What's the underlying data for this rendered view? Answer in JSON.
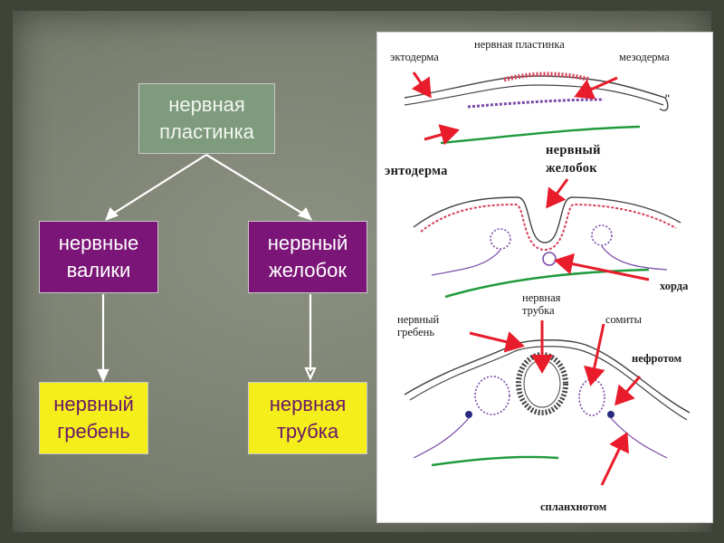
{
  "flowchart": {
    "root": "нервная\nпластинка",
    "left_branch": "нервные\nвалики",
    "right_branch": "нервный\nжелобок",
    "left_result": "нервный\nгребень",
    "right_result": "нервная\nтрубка"
  },
  "labels": {
    "ectoderm": "эктодерма",
    "neural_plate": "нервная пластинка",
    "mesoderm": "мезодерма",
    "endoderm": "энтодерма",
    "neural_groove": "нервный\nжелобок",
    "notochord": "хорда",
    "neural_tube": "нервная\nтрубка",
    "neural_crest": "нервный\nгребень",
    "somites": "сомиты",
    "nephrotome": "нефротом",
    "splanchnotome": "спланхнотом"
  },
  "colors": {
    "background": "#7b8071",
    "plate_box": "#7e9b7e",
    "branch_box": "#7b1577",
    "result_box": "#f4ee1a",
    "pointer_arrow": "#e81c2b",
    "endoderm_line": "#1f9a3c",
    "mesoderm_line": "#7a4aa8"
  }
}
